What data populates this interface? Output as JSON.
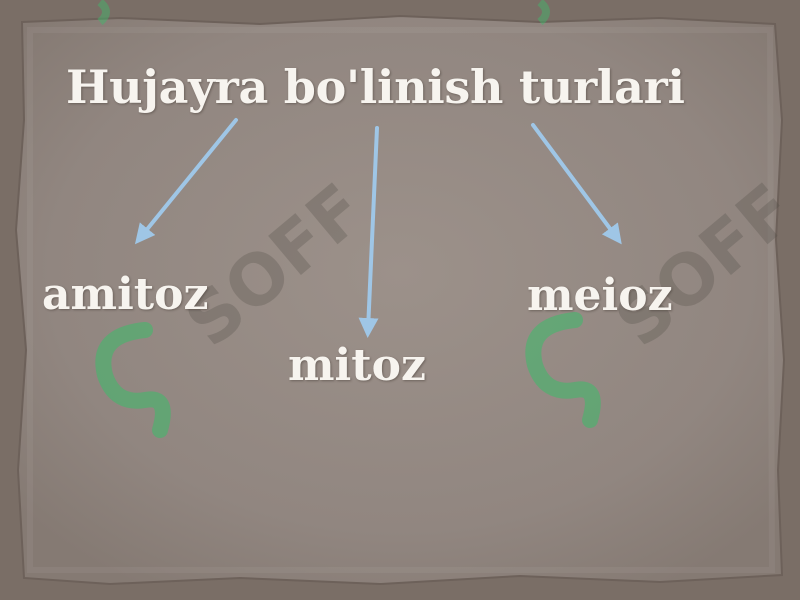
{
  "diagram": {
    "title": "Hujayra bo'linish turlari",
    "branches": [
      {
        "label": "amitoz"
      },
      {
        "label": "mitoz"
      },
      {
        "label": "meioz"
      }
    ]
  },
  "watermark": {
    "text": "SOFF"
  },
  "colors": {
    "paper": "#938780",
    "paper_edge": "#857870",
    "background": "#7a6e66",
    "text": "#f7f4ef",
    "arrow": "#9fc6e6",
    "watermark_green": "#3dbb6a"
  }
}
